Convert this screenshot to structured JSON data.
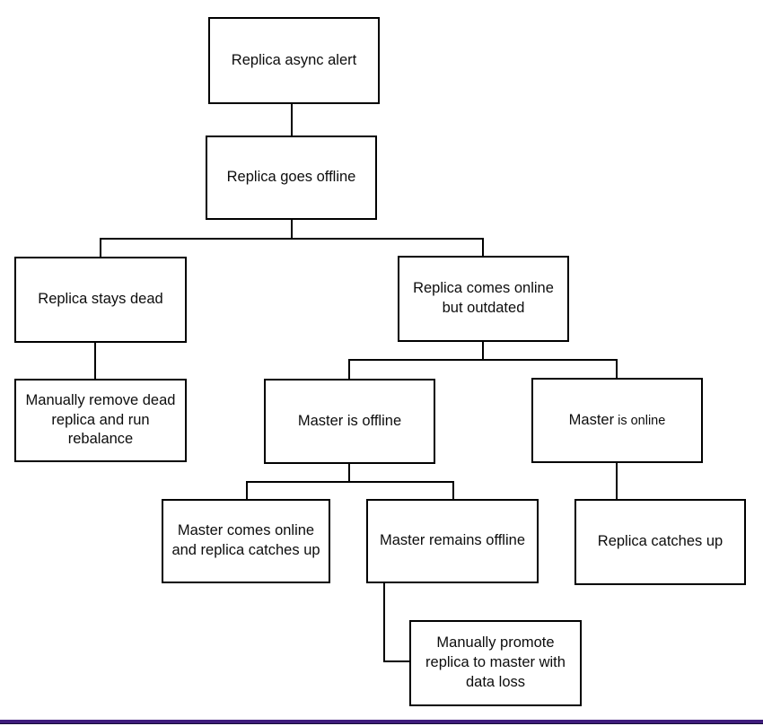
{
  "diagram": {
    "type": "flowchart",
    "nodes": {
      "replica_async_alert": {
        "label": "Replica async alert"
      },
      "replica_goes_offline": {
        "label": "Replica goes offline"
      },
      "replica_stays_dead": {
        "label": "Replica stays dead"
      },
      "replica_comes_online_outdated": {
        "label": "Replica comes online but outdated"
      },
      "manually_remove_dead": {
        "label": "Manually remove dead replica and run rebalance"
      },
      "master_offline": {
        "label": "Master is offline"
      },
      "master_online": {
        "label_main": "Master",
        "label_rest": "is online"
      },
      "master_comes_online": {
        "label": "Master comes online and replica catches up"
      },
      "master_remains_offline": {
        "label": "Master remains offline"
      },
      "replica_catches_up": {
        "label": "Replica catches up"
      },
      "manually_promote": {
        "label": "Manually promote replica to master with data loss"
      }
    },
    "edges": [
      {
        "from": "replica_async_alert",
        "to": "replica_goes_offline"
      },
      {
        "from": "replica_goes_offline",
        "to": "replica_stays_dead"
      },
      {
        "from": "replica_goes_offline",
        "to": "replica_comes_online_outdated"
      },
      {
        "from": "replica_stays_dead",
        "to": "manually_remove_dead"
      },
      {
        "from": "replica_comes_online_outdated",
        "to": "master_offline"
      },
      {
        "from": "replica_comes_online_outdated",
        "to": "master_online"
      },
      {
        "from": "master_offline",
        "to": "master_comes_online"
      },
      {
        "from": "master_offline",
        "to": "master_remains_offline"
      },
      {
        "from": "master_online",
        "to": "replica_catches_up"
      },
      {
        "from": "master_remains_offline",
        "to": "manually_promote"
      }
    ],
    "colors": {
      "node_border": "#000000",
      "connector": "#000000",
      "background": "#ffffff",
      "bottom_bar": "#3f1d7c"
    }
  }
}
